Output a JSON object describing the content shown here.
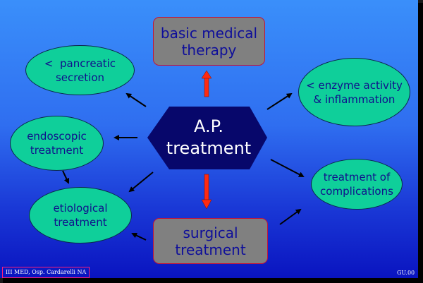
{
  "slide": {
    "center": {
      "line1": "A.P.",
      "line2": "treatment",
      "fill": "#07076b",
      "text_color": "#ffffff"
    },
    "boxes": [
      {
        "id": "basic-medical-therapy",
        "line1": "basic medical",
        "line2": "therapy"
      },
      {
        "id": "surgical-treatment",
        "line1": "surgical",
        "line2": "treatment"
      }
    ],
    "ovals": [
      {
        "id": "pancreatic-secretion",
        "line1": "<  pancreatic",
        "line2": "secretion"
      },
      {
        "id": "endoscopic-treatment",
        "line1": "endoscopic",
        "line2": "treatment"
      },
      {
        "id": "etiological-treatment",
        "line1": "etiological",
        "line2": "treatment"
      },
      {
        "id": "enzyme-activity",
        "line1": "< enzyme activity",
        "line2": "& inflammation"
      },
      {
        "id": "treatment-of-complications",
        "line1": "treatment of",
        "line2": "complications"
      }
    ],
    "footer": {
      "left": "III MED, Osp. Cardarelli  NA",
      "right": "GU.00"
    },
    "colors": {
      "background_top": "#3a8ffa",
      "background_bottom": "#0a14c0",
      "box_fill": "#808080",
      "box_border": "#c0143c",
      "oval_fill": "#0fcf9a",
      "label_text": "#10108c",
      "big_arrow": "#ff2a10",
      "small_arrow": "#000000"
    }
  }
}
